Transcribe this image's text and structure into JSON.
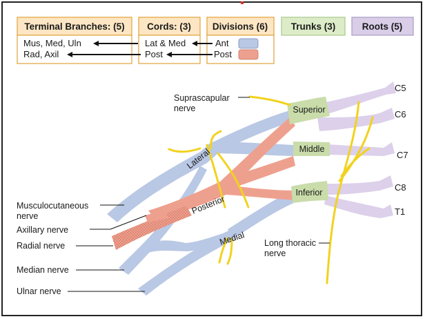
{
  "header": {
    "terminal": "Terminal Branches: (5)",
    "cords": "Cords: (3)",
    "divisions": "Divisions (6)",
    "trunks": "Trunks (3)",
    "roots": "Roots (5)"
  },
  "legend": {
    "row1": {
      "terminal": "Mus, Med, Uln",
      "cord": "Lat & Med",
      "division": "Ant"
    },
    "row2": {
      "terminal": "Rad, Axil",
      "cord": "Post",
      "division": "Post"
    }
  },
  "roots": [
    "C5",
    "C6",
    "C7",
    "C8",
    "T1"
  ],
  "trunks": [
    "Superior",
    "Middle",
    "Inferior"
  ],
  "cords": [
    "Lateral",
    "Posterior",
    "Medial"
  ],
  "nerves": {
    "suprascapular": [
      "Suprascapular",
      "nerve"
    ],
    "musculocutaneous": [
      "Musculocutaneous",
      "nerve"
    ],
    "axillary": "Axillary nerve",
    "radial": "Radial nerve",
    "median": "Median nerve",
    "ulnar": "Ulnar nerve",
    "long_thoracic": [
      "Long thoracic",
      "nerve"
    ]
  },
  "colors": {
    "header_orange_bg": "#fde6c4",
    "header_orange_border": "#e0a23a",
    "trunk_green_bg": "#ddecc8",
    "root_purple_bg": "#d9cde8",
    "anterior_blue": "#b9c8e4",
    "posterior_salmon": "#eea08e",
    "trunk_green": "#c9dcaa",
    "root_lilac": "#ddd0ea",
    "small_nerve_yellow": "#f2d21e"
  }
}
